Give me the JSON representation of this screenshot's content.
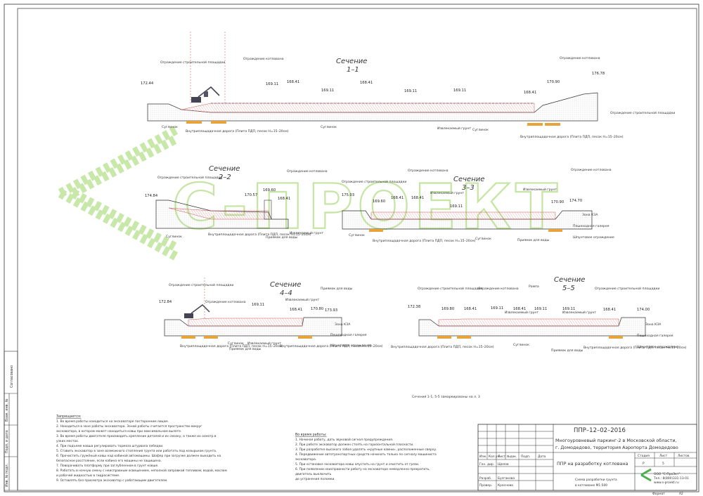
{
  "watermark": {
    "text": "С-ПРОЕКТ",
    "color": "#9ed36a"
  },
  "colors": {
    "accent_orange": "#e8a33a",
    "line": "#333333",
    "soil": "#777777",
    "green_logo": "#4caf50"
  },
  "sections": {
    "s1": {
      "title": "Сечение",
      "number": "1–1",
      "elevations": [
        "172.44",
        "169.11",
        "168.41",
        "169.11",
        "168.41",
        "169.11",
        "169.11",
        "168.41",
        "170.90",
        "176.78"
      ],
      "labels": {
        "fence_site": "Ограждение строительной площадки",
        "fence_pit": "Ограждение котлована",
        "fence_pit_right": "Ограждение котлована",
        "fence_site_right": "Ограждение строительной площадки",
        "clay1": "Суглинок",
        "clay2": "Суглинок",
        "clay3": "Суглинок",
        "extracted": "Извлекаемый грунт",
        "road_left": "Внутриплощадочная дорога (Плита ПДП, песок Н=15–20см)",
        "road_right": "Внутриплощадочная дорога (Плита ПДП, песок Н=15–20см)"
      }
    },
    "s2": {
      "title": "Сечение",
      "number": "2–2",
      "elevations": [
        "174.84",
        "170.57",
        "169.60",
        "168.41"
      ],
      "labels": {
        "fence_site": "Ограждение строительной площадки",
        "fence_pit": "Ограждение котлована",
        "extracted": "Извлекаемый грунт",
        "clay": "Суглинок",
        "road": "Внутриплощадочная дорога (Плита ПДП, песок Н=15–20см)",
        "pit_water": "Приямок для воды"
      }
    },
    "s3": {
      "title": "Сечение",
      "number": "3–3",
      "elevations": [
        "175.03",
        "169.60",
        "168.41",
        "168.41",
        "169.11",
        "170.90",
        "174.70"
      ],
      "labels": {
        "fence_site": "Ограждение строительной площадки",
        "fence_pit": "Ограждение котлована",
        "fence_pit2": "Ограждение котлована",
        "extracted": "Извлекаемый грунт",
        "extracted2": "Извлекаемый грунт",
        "clay1": "Суглинок",
        "clay2": "Суглинок",
        "road": "Внутриплощадочная дорога (Плита ПДП, песок Н=15–20см)",
        "pit_water": "Приямок для воды",
        "pedestrian": "Пешеходная галерея",
        "sheet_pile": "Шпунтовое ограждение",
        "zone_kza": "Зона КЗА"
      }
    },
    "s4": {
      "title": "Сечение",
      "number": "4–4",
      "elevations": [
        "172.84",
        "169.11",
        "168.41",
        "170.80",
        "173.93"
      ],
      "labels": {
        "fence_site": "Ограждение строительной площадки",
        "fence_pit": "Ограждение котлована",
        "extracted": "Извлекаемый грунт",
        "clay": "Суглинок",
        "clay2": "Суглинок",
        "extracted2": "Извлекаемый грунт",
        "road_left": "Внутриплощадочная дорога (Плита ПДП, песок Н=15–20см)",
        "road_right": "Внутриплощадочная дорога (Плита ПДП, песок Н=15–20см)",
        "pit_water_top": "Приямок для воды",
        "pit_water": "Приямок для воды",
        "pedestrian": "Пешеходная галерея",
        "sheet_pile": "Шпунтовое ограждение",
        "zone_kza": "Зона КЗА"
      }
    },
    "s5": {
      "title": "Сечение",
      "number": "5–5",
      "elevations": [
        "172.38",
        "169.80",
        "168.41",
        "169.11",
        "168.41",
        "169.11",
        "169.11",
        "168.41",
        "174.00"
      ],
      "labels": {
        "fence_site": "Ограждение строительной площадки",
        "fence_pit": "Ограждение котлована",
        "fence_site_right": "Ограждение строительной площадки",
        "ramp": "Рампа",
        "extracted": "Извлекаемый грунт",
        "extracted2": "Извлекаемый грунт",
        "clay": "Суглинок",
        "road_left": "Внутриплощадочная дорога (Плита ПДП, песок Н=15–20см)",
        "road_right": "Внутриплощадочная дорога (Плита ПДП, песок Н=15–20см)",
        "pit_water": "Приямок для воды",
        "pedestrian": "Пешеходная галерея",
        "sheet_pile": "Шпунтовое ограждение",
        "zone_kza": "Зона КЗА"
      }
    }
  },
  "sections_note": "Сечения 1-1, 5-5 замаркированы на л. 3",
  "notes": {
    "forbidden_title": "Запрещается:",
    "forbidden": [
      "1. Во время работы находиться на экскаваторе посторонним лицам.",
      "2. Находиться в зоне работы экскаватора. Зоной работы считается пространство вокруг",
      "экскаватора, в котором может находиться ковш при максимальном вылете.",
      "3. Во время работы двигателя производить крепление деталей и их смазку, а также их осмотр в",
      "узких местах.",
      "4. При подъеме ковша регулировать тормоза штурвала лебедки.",
      "5. Ставить экскаватор в зоне возможного стопления грунта или работать под козырьком грунта.",
      "6. Прочистить гружёный ковш над кабиной автомашины. Шофер при загрузке должен выходить на",
      "безопасное расстояние, если кабина его машины не защищена.",
      "7. Поворачивать платформу при заглубленном в грунт ковше.",
      "8. Работать в ночную смену с неисправным освещением, неполной заправкой топливом, водой, маслом",
      "и рабочей жидкостью в гидросистеме.",
      "9. Оставлять без присмотра экскаватор с работающим двигателем."
    ],
    "during_title": "Во время работы:",
    "during": [
      "1. Начиная работу, дать звуковой сигнал предупреждения.",
      "2. При работе экскаватор должен стоять на горизонтальной плоскости.",
      "3. При разработке высокого забоя удалять «крупные камни», расположенные сверху.",
      "4. Передвижение автотранспортных средств начинать только по сигналу машиниста",
      "экскаватора.",
      "5. При остановке экскаватора ковш опустить на грунт и очистить от грязи.",
      "6. При появлении неисправности работу на экскаваторе немедленно прекратить,",
      "двигатель выключить",
      "до устранения поломки."
    ]
  },
  "side_stamp": [
    "Согласовано",
    "Взам. инв. №",
    "Подп. и дата",
    "Инв. № подл."
  ],
  "title_block": {
    "code": "ППР–12–02–2016",
    "object_line1": "Многоуровневый паркинг-2 в Московской области,",
    "object_line2": "г. Домодедово, территория Аэропорта Домодедово",
    "cols": [
      "Изм.",
      "Кол.уч.",
      "Лист",
      "№док.",
      "Подп.",
      "Дата"
    ],
    "rows": [
      {
        "role": "Ген. дир.",
        "name": "Щелов"
      },
      {
        "role": "",
        "name": ""
      },
      {
        "role": "Разраб.",
        "name": "Булгакова"
      },
      {
        "role": "Провер.",
        "name": "Краснова"
      }
    ],
    "doc_title": "ППР на разработку котлована",
    "stage_head": "Стадия",
    "sheet_head": "Лист",
    "sheets_head": "Листов",
    "stage": "Р",
    "sheet": "5",
    "sheets": "",
    "drawing_line1": "Схема разработки грунта",
    "drawing_line2": "в котловане М1:500",
    "org_name": "ООО \"С-ПроЭкт\"",
    "org_phone": "Тел.: 8(800)331-13-01",
    "org_site": "www.s-proekt.ru",
    "format_label": "Формат",
    "format_value": "А2"
  }
}
